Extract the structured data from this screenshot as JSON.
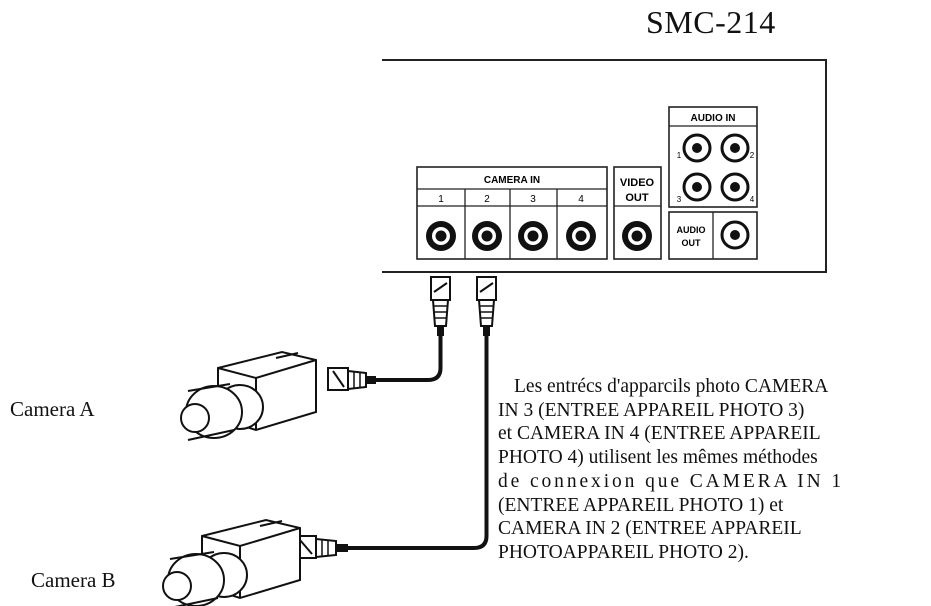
{
  "title": "SMC-214",
  "panel": {
    "camera_in_label": "CAMERA IN",
    "camera_in_ports": [
      "1",
      "2",
      "3",
      "4"
    ],
    "video_out_label_line1": "VIDEO",
    "video_out_label_line2": "OUT",
    "audio_in_label": "AUDIO IN",
    "audio_in_numbers": [
      "1",
      "2",
      "3",
      "4"
    ],
    "audio_out_label_line1": "AUDIO",
    "audio_out_label_line2": "OUT"
  },
  "cameras": {
    "camera_a": "Camera A",
    "camera_b": "Camera B"
  },
  "note_lines": [
    "Les entrécs d'apparcils photo CAMERA",
    "IN 3 (ENTREE APPAREIL PHOTO 3)",
    "et CAMERA IN 4 (ENTREE APPAREIL",
    "PHOTO 4) utilisent les mêmes méthodes",
    "de connexion que CAMERA IN 1",
    "(ENTREE APPAREIL PHOTO 1) et",
    "CAMERA IN 2 (ENTREE APPAREIL",
    "PHOTOAPPAREIL PHOTO 2)."
  ]
}
